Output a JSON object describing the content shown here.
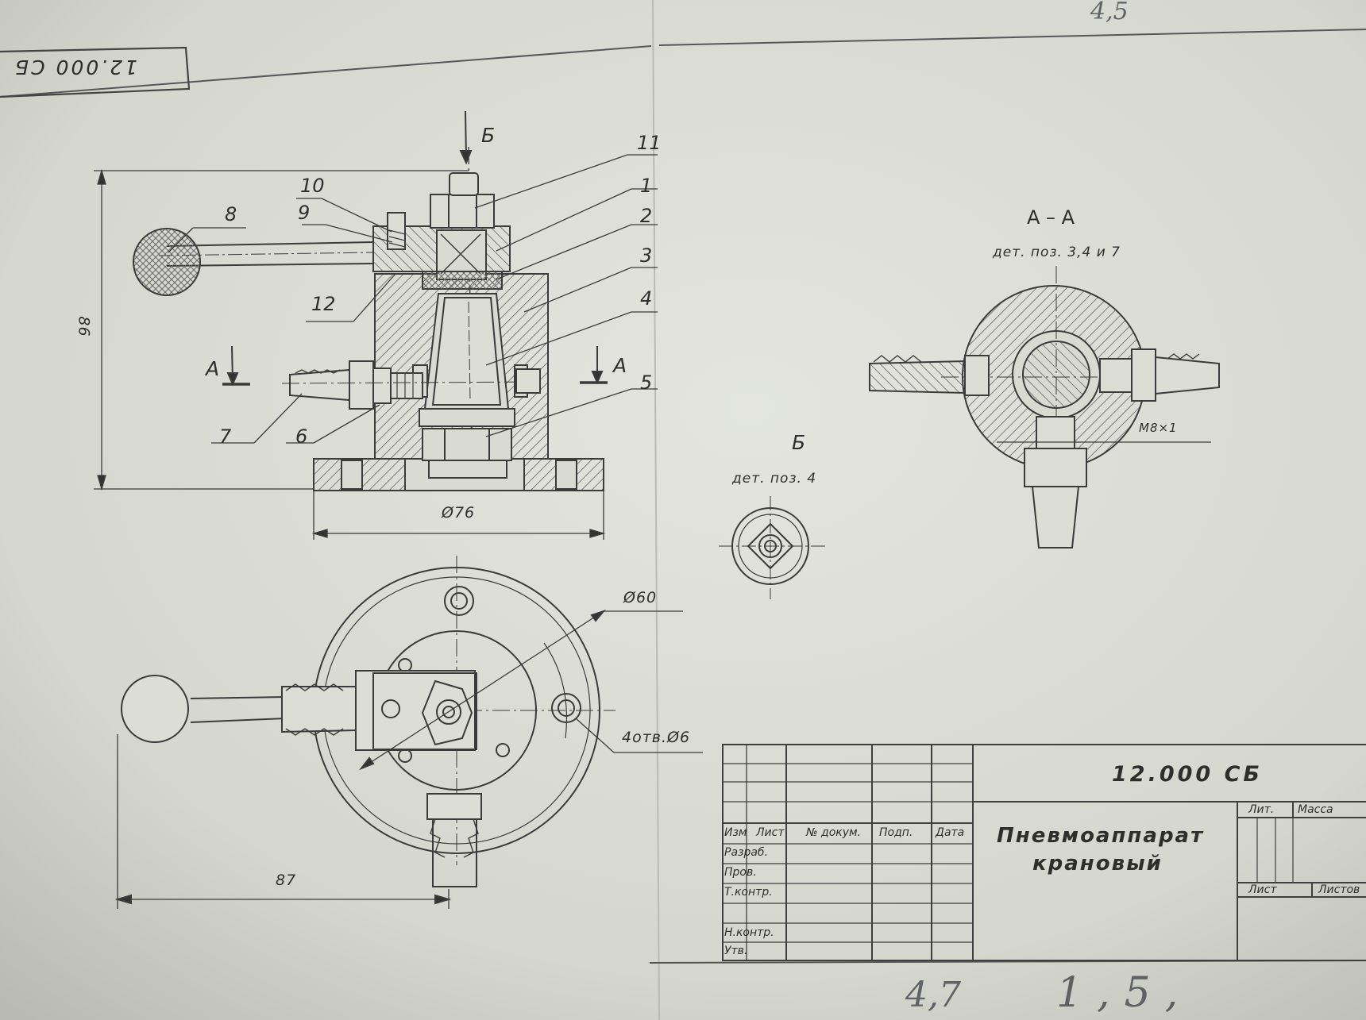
{
  "drawing": {
    "corner_code": "12.000 СБ",
    "top_note": "4,5",
    "bottom_note_left": "4,7",
    "bottom_note_right": "1,5,",
    "main_view": {
      "arrow_label": "Б",
      "section_label": "А",
      "balloons": [
        "1",
        "2",
        "3",
        "4",
        "5",
        "6",
        "7",
        "8",
        "9",
        "10",
        "11",
        "12"
      ],
      "dim_height": "86",
      "dim_diameter": "Ø76"
    },
    "plan_view": {
      "dim_diameter": "Ø60",
      "holes_note": "4отв.Ø6",
      "dim_length": "87"
    },
    "section_aa": {
      "title": "А – А",
      "subtitle": "дет. поз. 3,4 и 7",
      "thread": "М8×1"
    },
    "view_b": {
      "title": "Б",
      "subtitle": "дет. поз. 4"
    },
    "title_block": {
      "code": "12.000 СБ",
      "name_line1": "Пневмоаппарат",
      "name_line2": "крановый",
      "col_izm": "Изм",
      "col_list": "Лист",
      "col_doc": "№ докум.",
      "col_podp": "Подп.",
      "col_data": "Дата",
      "row_razrab": "Разраб.",
      "row_prov": "Пров.",
      "row_tkontr": "Т.контр.",
      "row_nkontr": "Н.контр.",
      "row_utv": "Утв.",
      "lit": "Лит.",
      "massa": "Масса",
      "list": "Лист",
      "listov": "Листов"
    }
  }
}
